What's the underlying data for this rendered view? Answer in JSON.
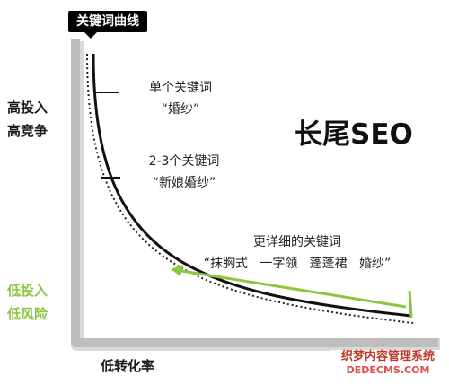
{
  "title": "关键词曲线",
  "left_axis": {
    "high": [
      "高投入",
      "高竞争"
    ],
    "low": [
      "低投入",
      "低风险"
    ]
  },
  "x_axis_label": "低转化率",
  "headline": "长尾SEO",
  "annotations": [
    {
      "label": "单个关键词",
      "example": "“婚纱”"
    },
    {
      "label": "2-3个关键词",
      "example": "“新娘婚纱”"
    },
    {
      "label": "更详细的关键词",
      "example": "“抹胸式   一字领   蓬蓬裙   婚纱”"
    }
  ],
  "watermark": {
    "cn": "织梦内容管理系统",
    "en": "DEDECMS.COM"
  },
  "colors": {
    "accent_green": "#8cc63f",
    "text": "#1a1a1a",
    "axis_shadow": "#c8c8c8"
  }
}
